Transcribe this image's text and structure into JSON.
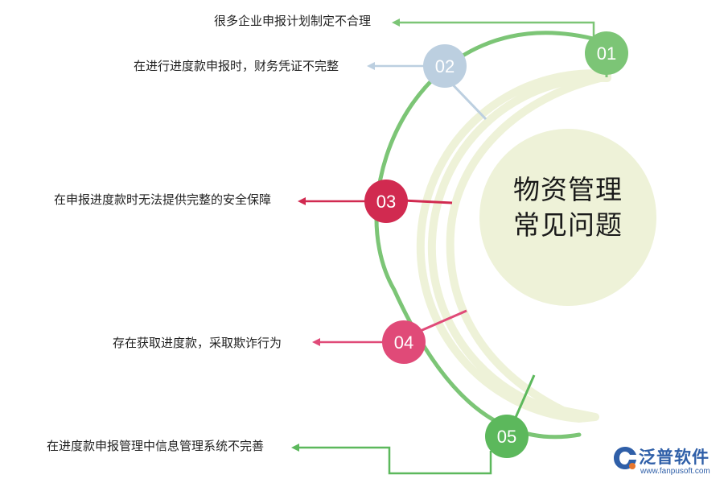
{
  "title": {
    "line1": "物资管理",
    "line2": "常见问题"
  },
  "items": [
    {
      "number": "01",
      "text": "很多企业申报计划制定不合理",
      "color": "#7cc576"
    },
    {
      "number": "02",
      "text": "在进行进度款申报时，财务凭证不完整",
      "color": "#bccfe0"
    },
    {
      "number": "03",
      "text": "在申报进度款时无法提供完整的安全保障",
      "color": "#d12a50"
    },
    {
      "number": "04",
      "text": "存在获取进度款，采取欺诈行为",
      "color": "#e04a78"
    },
    {
      "number": "05",
      "text": "在进度款申报管理中信息管理系统不完善",
      "color": "#5cb85c"
    }
  ],
  "colors": {
    "arc": "#7cc576",
    "band": "#eef2d8",
    "center": "#eef2d8"
  },
  "logo": {
    "name": "泛普软件",
    "url": "www.fanpusoft.com",
    "icon": "fanpu-logo-icon"
  }
}
